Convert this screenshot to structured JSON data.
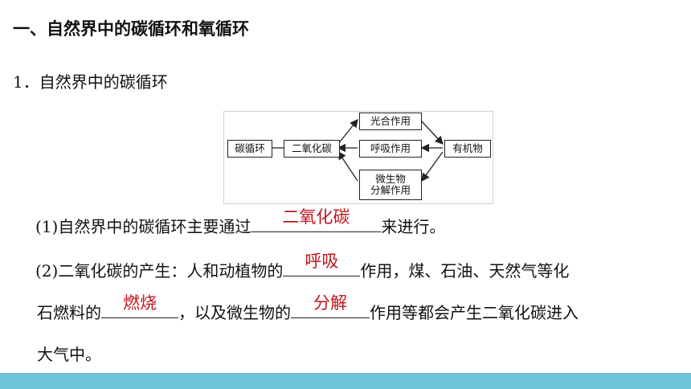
{
  "heading": "一、自然界中的碳循环和氧循环",
  "item_title": "1．自然界中的碳循环",
  "diagram": {
    "carbon_cycle": "碳循环",
    "co2": "二氧化碳",
    "photosynthesis": "光合作用",
    "respiration": "呼吸作用",
    "organic": "有机物",
    "decompose_line1": "微生物",
    "decompose_line2": "分解作用"
  },
  "q1": {
    "prefix": "(1)自然界中的碳循环主要通过",
    "answer": "二氧化碳",
    "suffix": "来进行。"
  },
  "q2": {
    "prefix": "(2)二氧化碳的产生：人和动植物的",
    "answer1": "呼吸",
    "mid1": "作用，煤、石油、天然气等化",
    "line2_prefix": "石燃料的",
    "answer2": "燃烧",
    "mid2": "，以及微生物的",
    "answer3": "分解",
    "suffix": "作用等都会产生二氧化碳进入",
    "line3": "大气中。"
  },
  "colors": {
    "answer": "#c0161d",
    "footer": "#6fc4d7"
  }
}
